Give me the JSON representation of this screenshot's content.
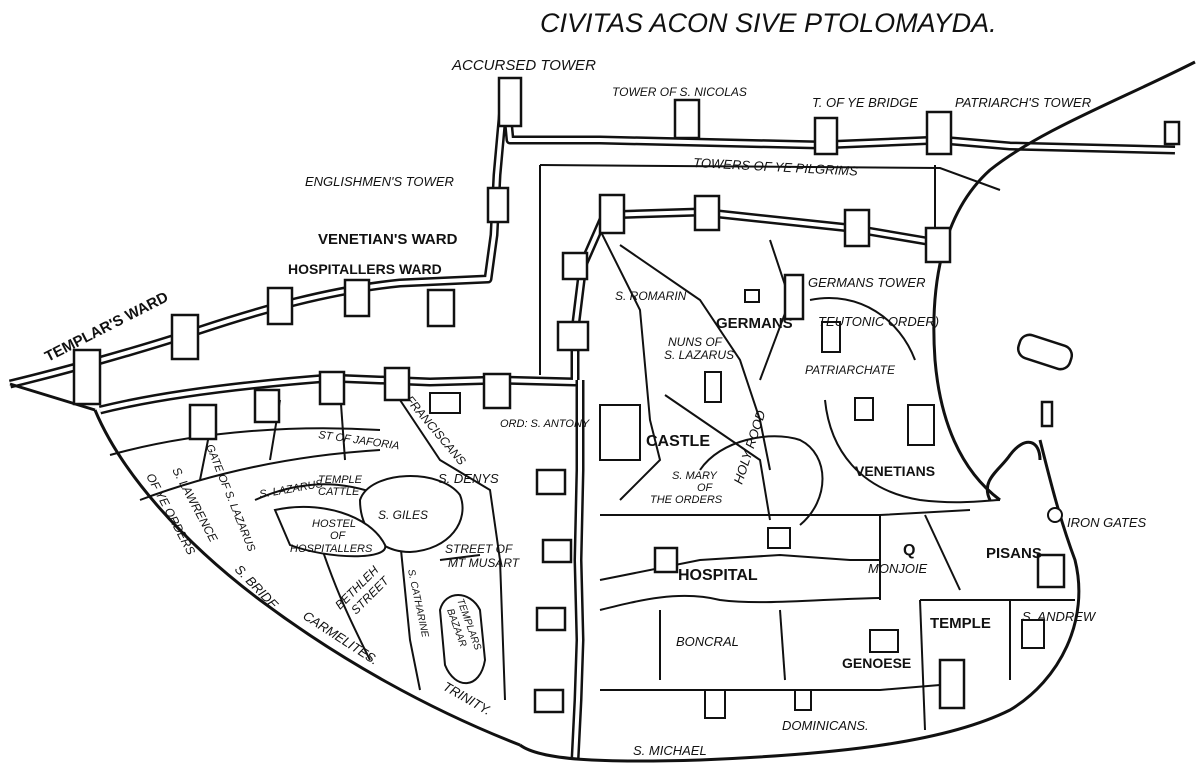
{
  "title": "CIVITAS ACON SIVE PTOLOMAYDA.",
  "labels": {
    "accursed_tower": "ACCURSED TOWER",
    "tower_s_nicolas": "TOWER OF S. NICOLAS",
    "tower_bridge": "T. OF YE BRIDGE",
    "patriarchs_tower": "PATRIARCH'S TOWER",
    "towers_pilgrims": "TOWERS OF YE PILGRIMS",
    "englishmens_tower": "ENGLISHMEN'S TOWER",
    "venetians_ward": "VENETIAN'S WARD",
    "hospitallers_ward": "HOSPITALLERS WARD",
    "templars_ward": "TEMPLAR'S WARD",
    "germans_tower": "GERMANS TOWER",
    "s_romarin": "S. ROMARIN",
    "germans": "GERMANS",
    "teutonic_order": "TEUTONIC ORDER)",
    "nuns_1": "NUNS OF",
    "nuns_2": "S. LAZARUS",
    "patriarchate": "PATRIARCHATE",
    "ord_s_antony": "ORD: S. ANTONY",
    "castle": "CASTLE",
    "holy_rood": "HOLY ROOD",
    "s_mary_1": "S. MARY",
    "s_mary_2": "OF",
    "s_mary_3": "THE ORDERS",
    "venetians": "VENETIANS",
    "franciscans": "FRANCISCANS",
    "st_of_jaforia": "ST OF JAFORIA",
    "s_lazarus": "S. LAZARUS",
    "temple_cattle_1": "TEMPLE",
    "temple_cattle_2": "CATTLE",
    "s_denys": "S. DENYS",
    "gate_s_lazarus": "GATE OF S. LAZARUS",
    "s_lawrence": "S. LAWRENCE",
    "of_ye_orders": "OF YE ORDERS",
    "s_giles": "S. GILES",
    "hostel_1": "HOSTEL",
    "hostel_2": "OF",
    "hostel_3": "HOSPITALLERS",
    "street_musart_1": "STREET OF",
    "street_musart_2": "MT MUSART",
    "iron_gates": "IRON GATES",
    "hospital": "HOSPITAL",
    "monjoie": "MONJOIE",
    "pisans": "PISANS",
    "bethlehem_1": "BETHLEH",
    "bethlehem_2": "STREET",
    "s_catharine": "S. CATHARINE",
    "templars_bazaar_1": "TEMPLARS",
    "templars_bazaar_2": "BAZAAR",
    "s_bride": "S. BRIDE",
    "carmelites": "CARMELITES.",
    "trinity": "TRINITY.",
    "boncral": "BONCRAL",
    "genoese": "GENOESE",
    "temple": "TEMPLE",
    "s_andrew": "S. ANDREW",
    "s_michael": "S. MICHAEL",
    "dominicans": "DOMINICANS."
  }
}
